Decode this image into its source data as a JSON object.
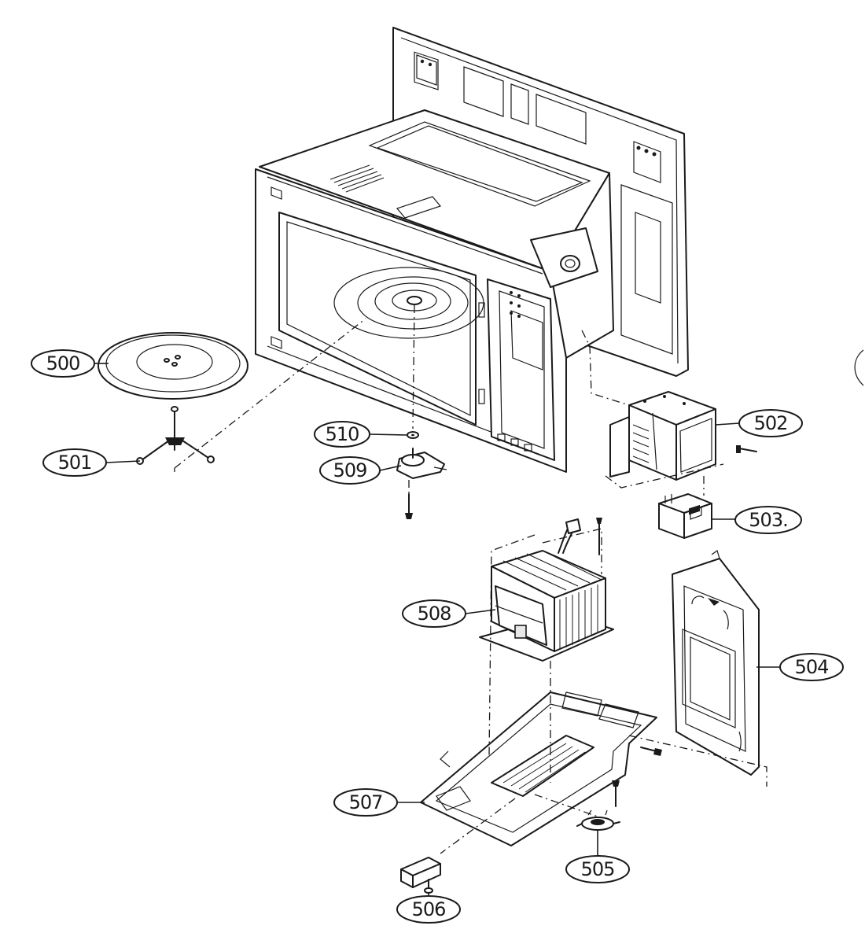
{
  "callouts": [
    {
      "id": "500",
      "label": "500"
    },
    {
      "id": "501",
      "label": "501"
    },
    {
      "id": "502",
      "label": "502"
    },
    {
      "id": "503",
      "label": "503."
    },
    {
      "id": "504",
      "label": "504"
    },
    {
      "id": "505",
      "label": "505"
    },
    {
      "id": "506",
      "label": "506"
    },
    {
      "id": "507",
      "label": "507"
    },
    {
      "id": "508",
      "label": "508"
    },
    {
      "id": "509",
      "label": "509"
    },
    {
      "id": "510",
      "label": "510"
    }
  ]
}
